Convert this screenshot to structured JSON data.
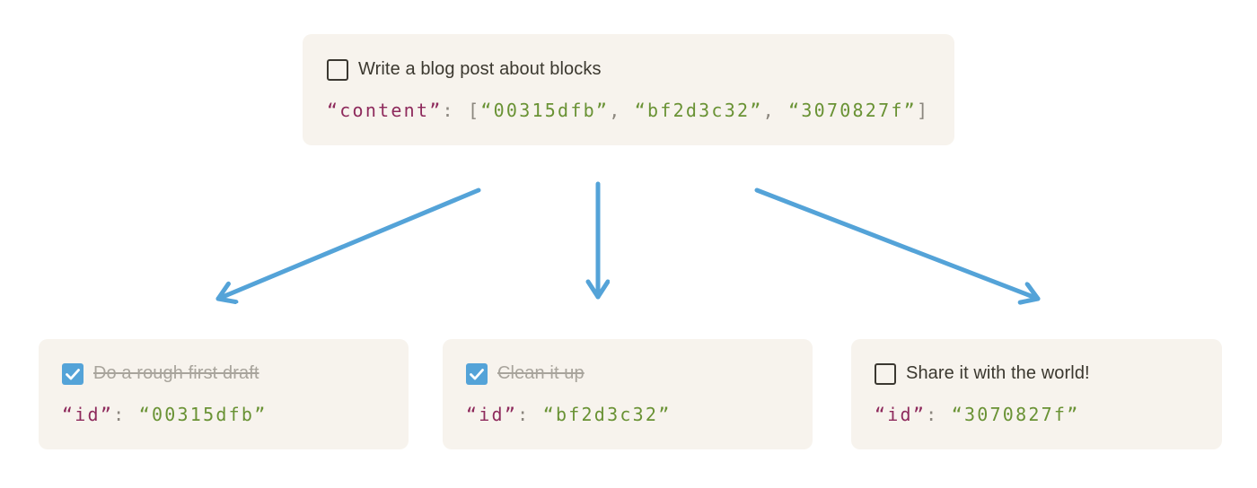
{
  "colors": {
    "page_background": "#ffffff",
    "card_background": "#f7f3ed",
    "text_dark": "#3b382f",
    "text_muted": "#a8a49c",
    "code_key": "#8e2a5c",
    "code_string": "#699234",
    "code_punctuation": "#8b867e",
    "accent_blue": "#54a3d8",
    "checkmark": "#ffffff"
  },
  "parent_block": {
    "todo_text": "Write a blog post about blocks",
    "checked": false,
    "code": {
      "key": "“content”",
      "colon": ": ",
      "open_bracket": "[",
      "values": [
        "“00315dfb”",
        "“bf2d3c32”",
        "“3070827f”"
      ],
      "comma": ", ",
      "close_bracket": "]"
    }
  },
  "child_blocks": [
    {
      "todo_text": "Do a rough first draft",
      "checked": true,
      "code": {
        "key": "“id”",
        "colon": ": ",
        "value": "“00315dfb”"
      }
    },
    {
      "todo_text": "Clean it up",
      "checked": true,
      "code": {
        "key": "“id”",
        "colon": ": ",
        "value": "“bf2d3c32”"
      }
    },
    {
      "todo_text": "Share it with the world!",
      "checked": false,
      "code": {
        "key": "“id”",
        "colon": ": ",
        "value": "“3070827f”"
      }
    }
  ]
}
